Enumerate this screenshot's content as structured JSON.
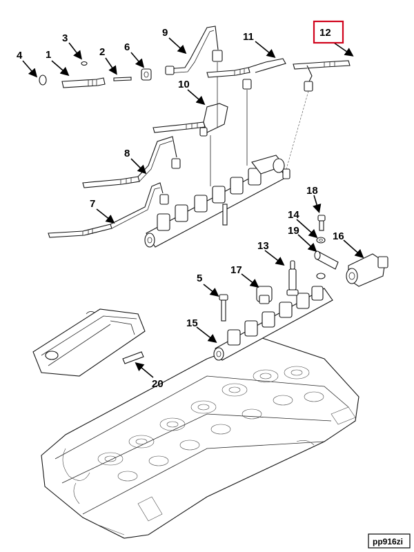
{
  "diagram": {
    "figure_code": "pp916zi",
    "highlighted_callout": "12",
    "highlight_color": "#d0021b",
    "callouts": [
      "1",
      "2",
      "3",
      "4",
      "5",
      "6",
      "7",
      "8",
      "9",
      "10",
      "11",
      "12",
      "13",
      "14",
      "15",
      "16",
      "17",
      "18",
      "19",
      "20"
    ]
  }
}
